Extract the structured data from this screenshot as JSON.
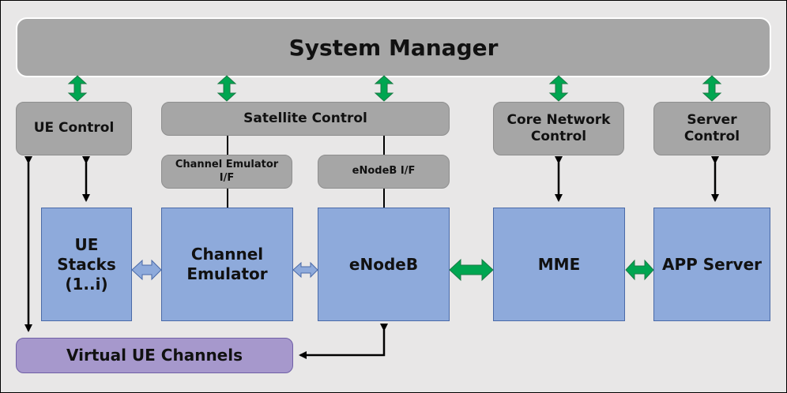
{
  "diagram": {
    "system_manager": "System Manager",
    "controls": {
      "ue_control": "UE Control",
      "satellite_control": "Satellite Control",
      "core_network_control": "Core Network Control",
      "server_control": "Server Control"
    },
    "interfaces": {
      "channel_emulator_if": "Channel Emulator I/F",
      "enodeb_if": "eNodeB I/F"
    },
    "components": {
      "ue_stacks": "UE Stacks (1..i)",
      "channel_emulator": "Channel Emulator",
      "enodeb": "eNodeB",
      "mme": "MME",
      "app_server": "APP Server"
    },
    "virtual_ue_channels": "Virtual UE Channels",
    "colors": {
      "manager_gray": "#a6a6a6",
      "component_blue": "#8eaadb",
      "virtual_purple": "#a698cc",
      "arrow_green": "#00a651",
      "arrow_blue": "#8eaadb"
    }
  }
}
